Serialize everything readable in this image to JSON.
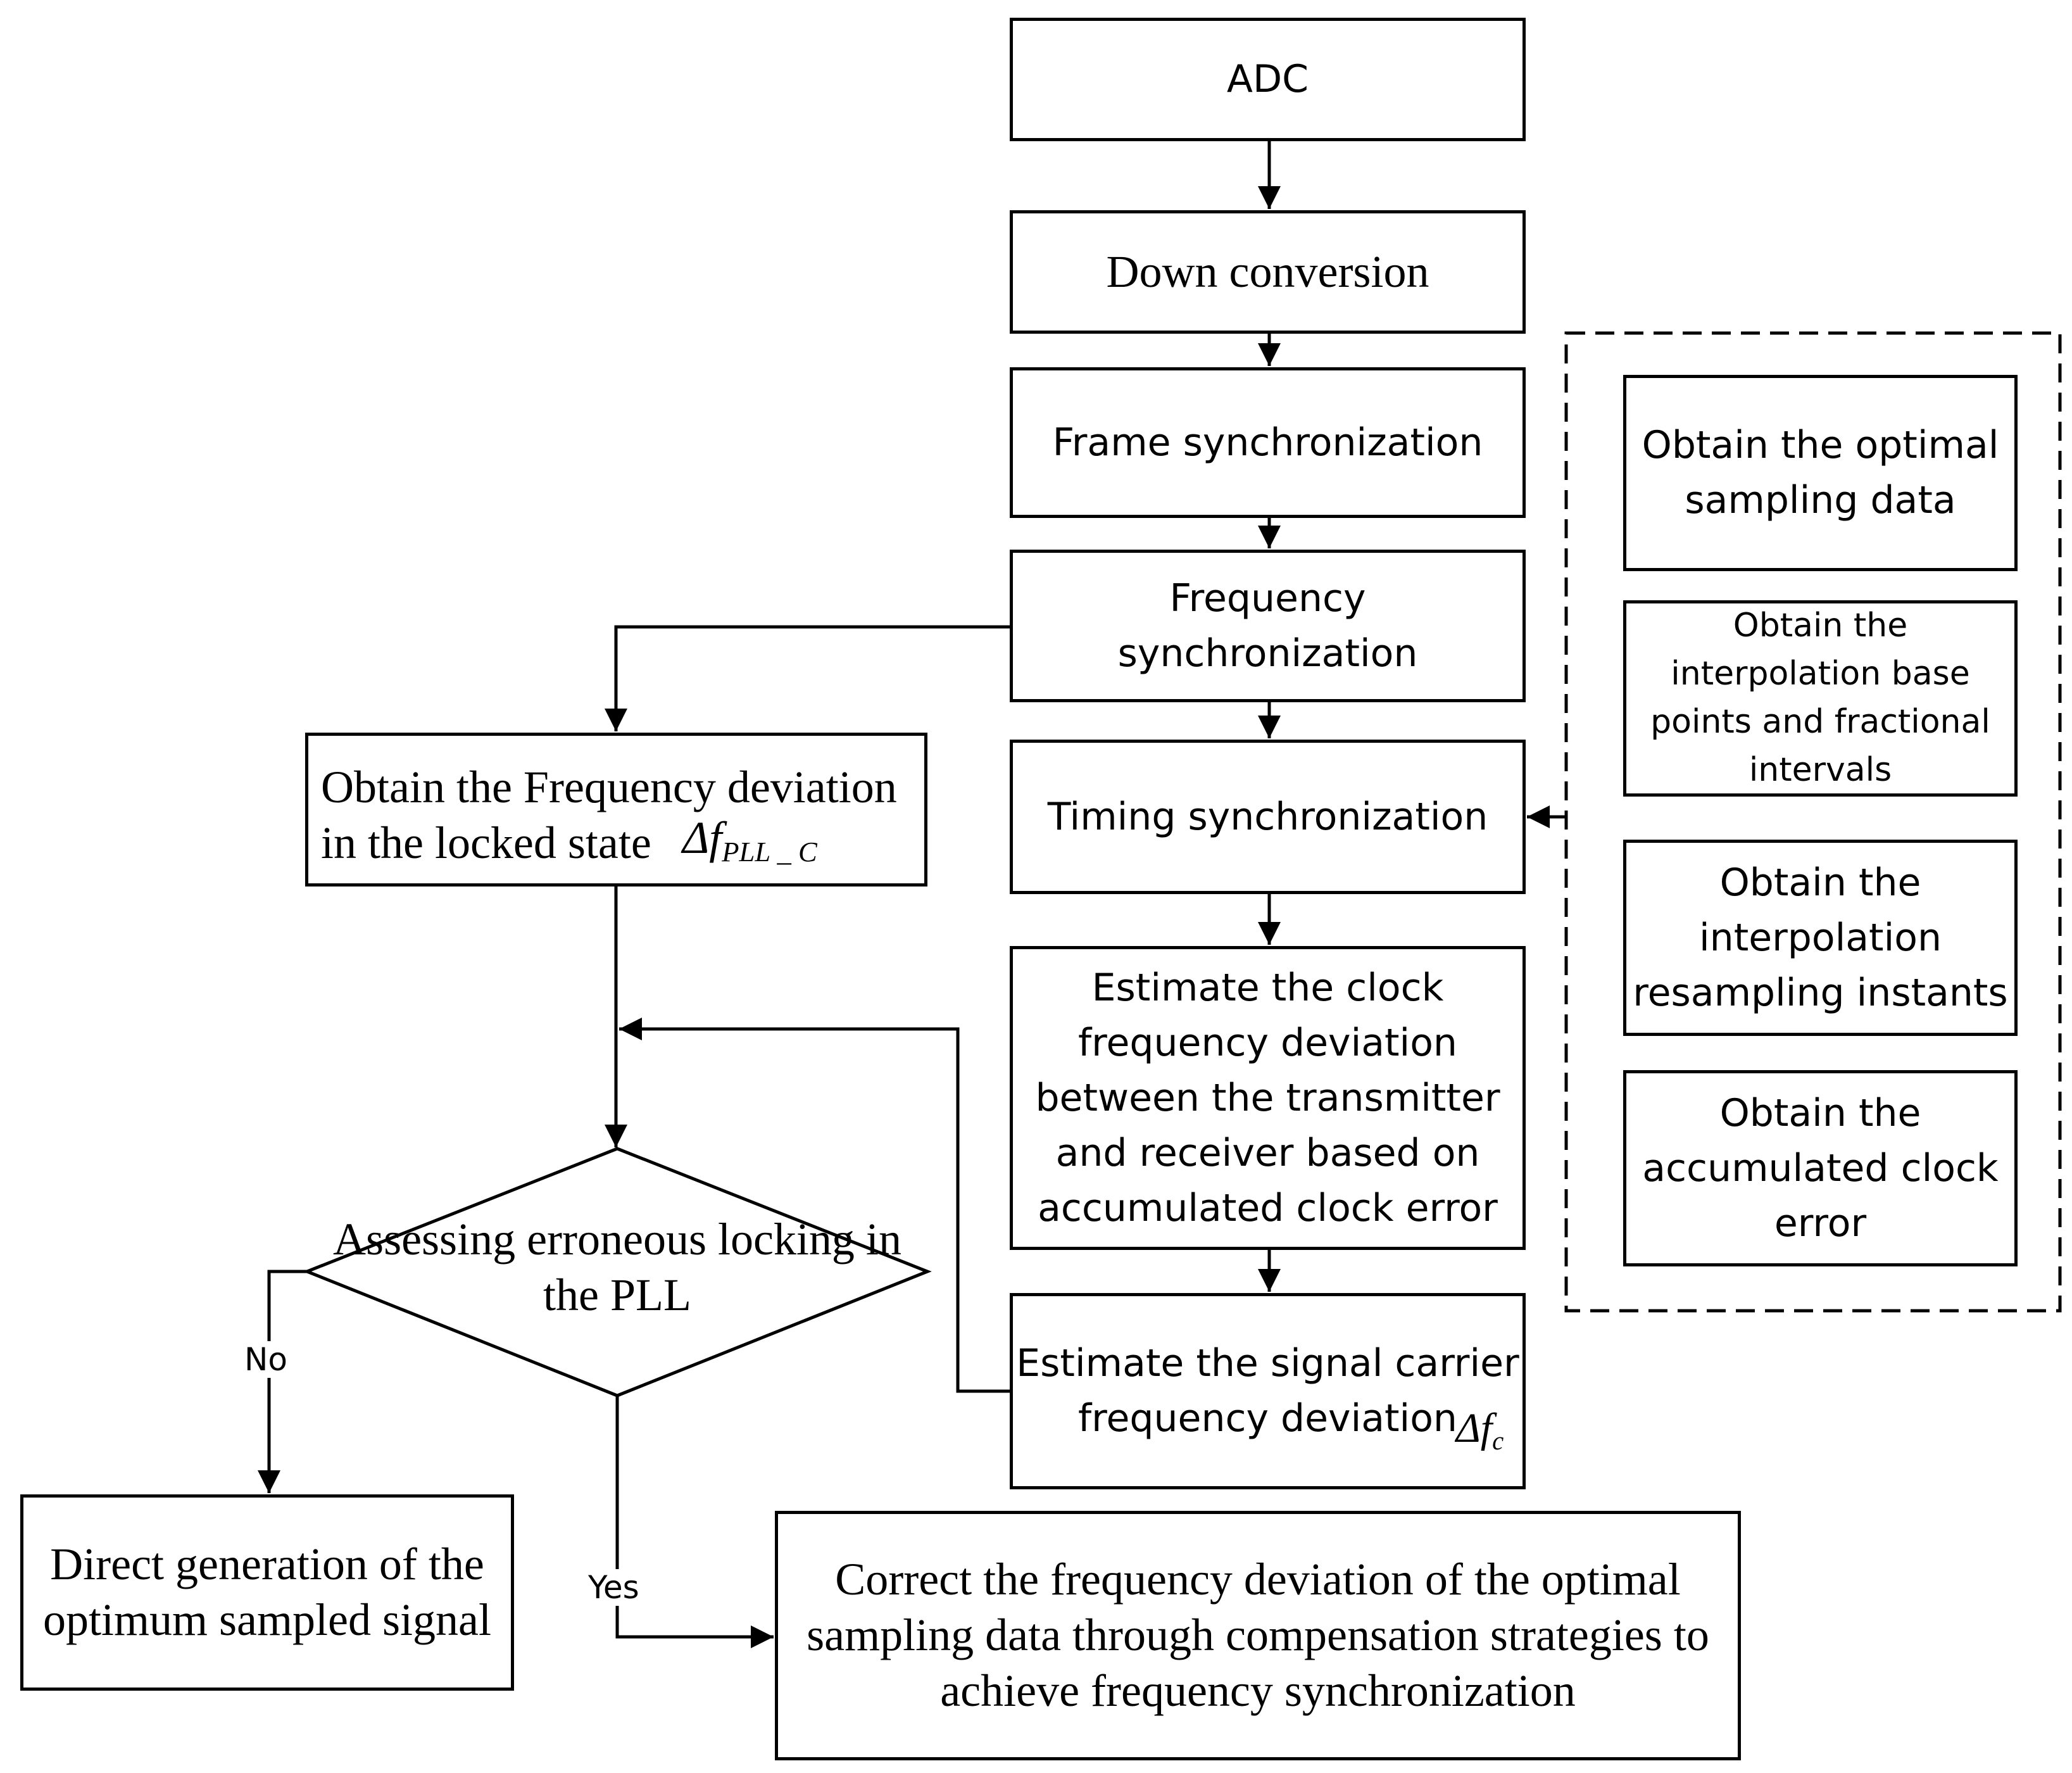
{
  "nodes": {
    "adc": "ADC",
    "down_conversion": "Down conversion",
    "frame_sync": "Frame synchronization",
    "frequency_sync": "Frequency\nsynchronization",
    "timing_sync": "Timing synchronization",
    "estimate_clock": "Estimate the clock\nfrequency deviation\nbetween the transmitter\nand receiver based on\naccumulated clock error",
    "estimate_carrier": "Estimate the signal carrier\nfrequency deviation",
    "carrier_symbol": {
      "base": "Δf",
      "sub": "c"
    },
    "obtain_freq_dev": "Obtain the Frequency deviation\nin the locked state",
    "pll_symbol": {
      "base": "Δf",
      "sub": "PLL _ C"
    },
    "decision": "Assessing erroneous locking in\nthe PLL",
    "direct_generation": "Direct generation of the\noptimum sampled signal",
    "correct_freq": "Correct the frequency deviation of the optimal\nsampling data through compensation strategies to\nachieve frequency synchronization"
  },
  "timing_detail": {
    "optimal_sampling": "Obtain the optimal\nsampling data",
    "interp_base": "Obtain the\ninterpolation base\npoints and fractional\nintervals",
    "resampling_instants": "Obtain the\ninterpolation\nresampling instants",
    "accumulated_error": "Obtain the\naccumulated clock\nerror"
  },
  "edge_labels": {
    "no": "No",
    "yes": "Yes"
  }
}
